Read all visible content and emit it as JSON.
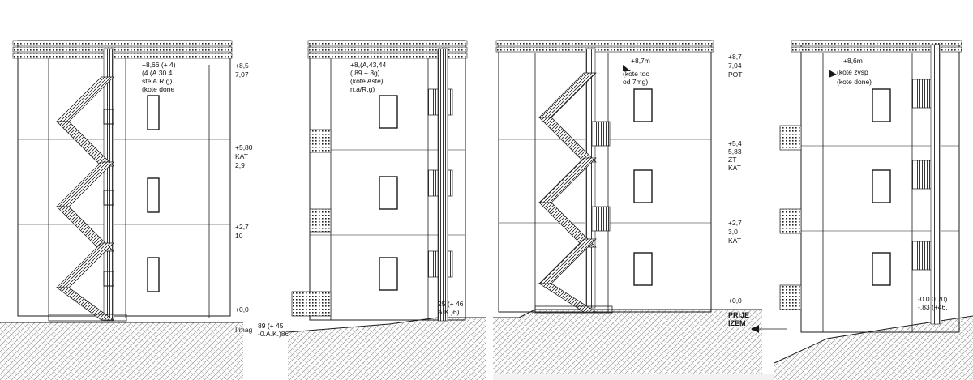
{
  "colors": {
    "line": "#1a1a1a",
    "ground": "#9a9a9a",
    "background": "#ffffff",
    "footer": "#f2f2f2"
  },
  "elevations": [
    {
      "labels_left": [
        "+8,66 (+ 4)",
        "(4 (A.30.4",
        "ste A.R.g)",
        "(kote done"
      ],
      "labels_right": [
        "+8,5",
        "7,07",
        "+5,80",
        "KAT",
        "2,9",
        "+2,7",
        "10",
        "+0,0"
      ],
      "labels_bottom": [
        "89 (+ 45",
        "-0.A.K.)86)",
        "I,mag"
      ]
    },
    {
      "labels_left": [
        "+8,(A,43,44",
        "(,89 + 3g)",
        "(kote Aste)",
        "n.a/R.g)"
      ],
      "labels_right": [],
      "labels_bottom": [
        "25 (+ 46",
        "A.K.)6)"
      ]
    },
    {
      "labels_left": [
        "+8,7m",
        "(kote too",
        "od 7mg)"
      ],
      "labels_right": [
        "+8,7",
        "7,04",
        "POT",
        "+5,4",
        "5,83",
        "ZT",
        "KAT",
        "+2,7",
        "3,0",
        "KAT",
        "+0,0",
        "PRIJE",
        "IZEM"
      ],
      "labels_bottom": []
    },
    {
      "labels_left": [
        "+8,6m",
        "(kote zvsp",
        "(kote done)"
      ],
      "labels_right": [],
      "labels_bottom": [
        "-0.0.0.70)",
        "-,83 (+46."
      ]
    }
  ]
}
